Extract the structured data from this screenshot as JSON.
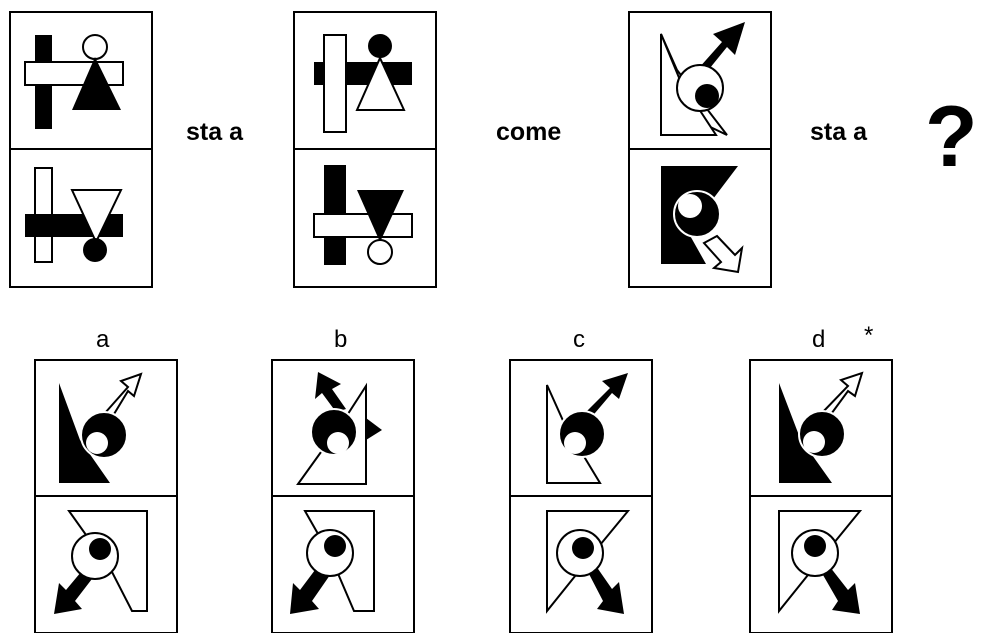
{
  "question": {
    "word_1": "sta a",
    "word_2": "come",
    "word_3": "sta a",
    "unknown": "?"
  },
  "options": [
    {
      "label": "a",
      "marker": ""
    },
    {
      "label": "b",
      "marker": ""
    },
    {
      "label": "c",
      "marker": ""
    },
    {
      "label": "d",
      "marker": "*"
    }
  ],
  "colors": {
    "ink": "#000000",
    "paper": "#ffffff"
  }
}
